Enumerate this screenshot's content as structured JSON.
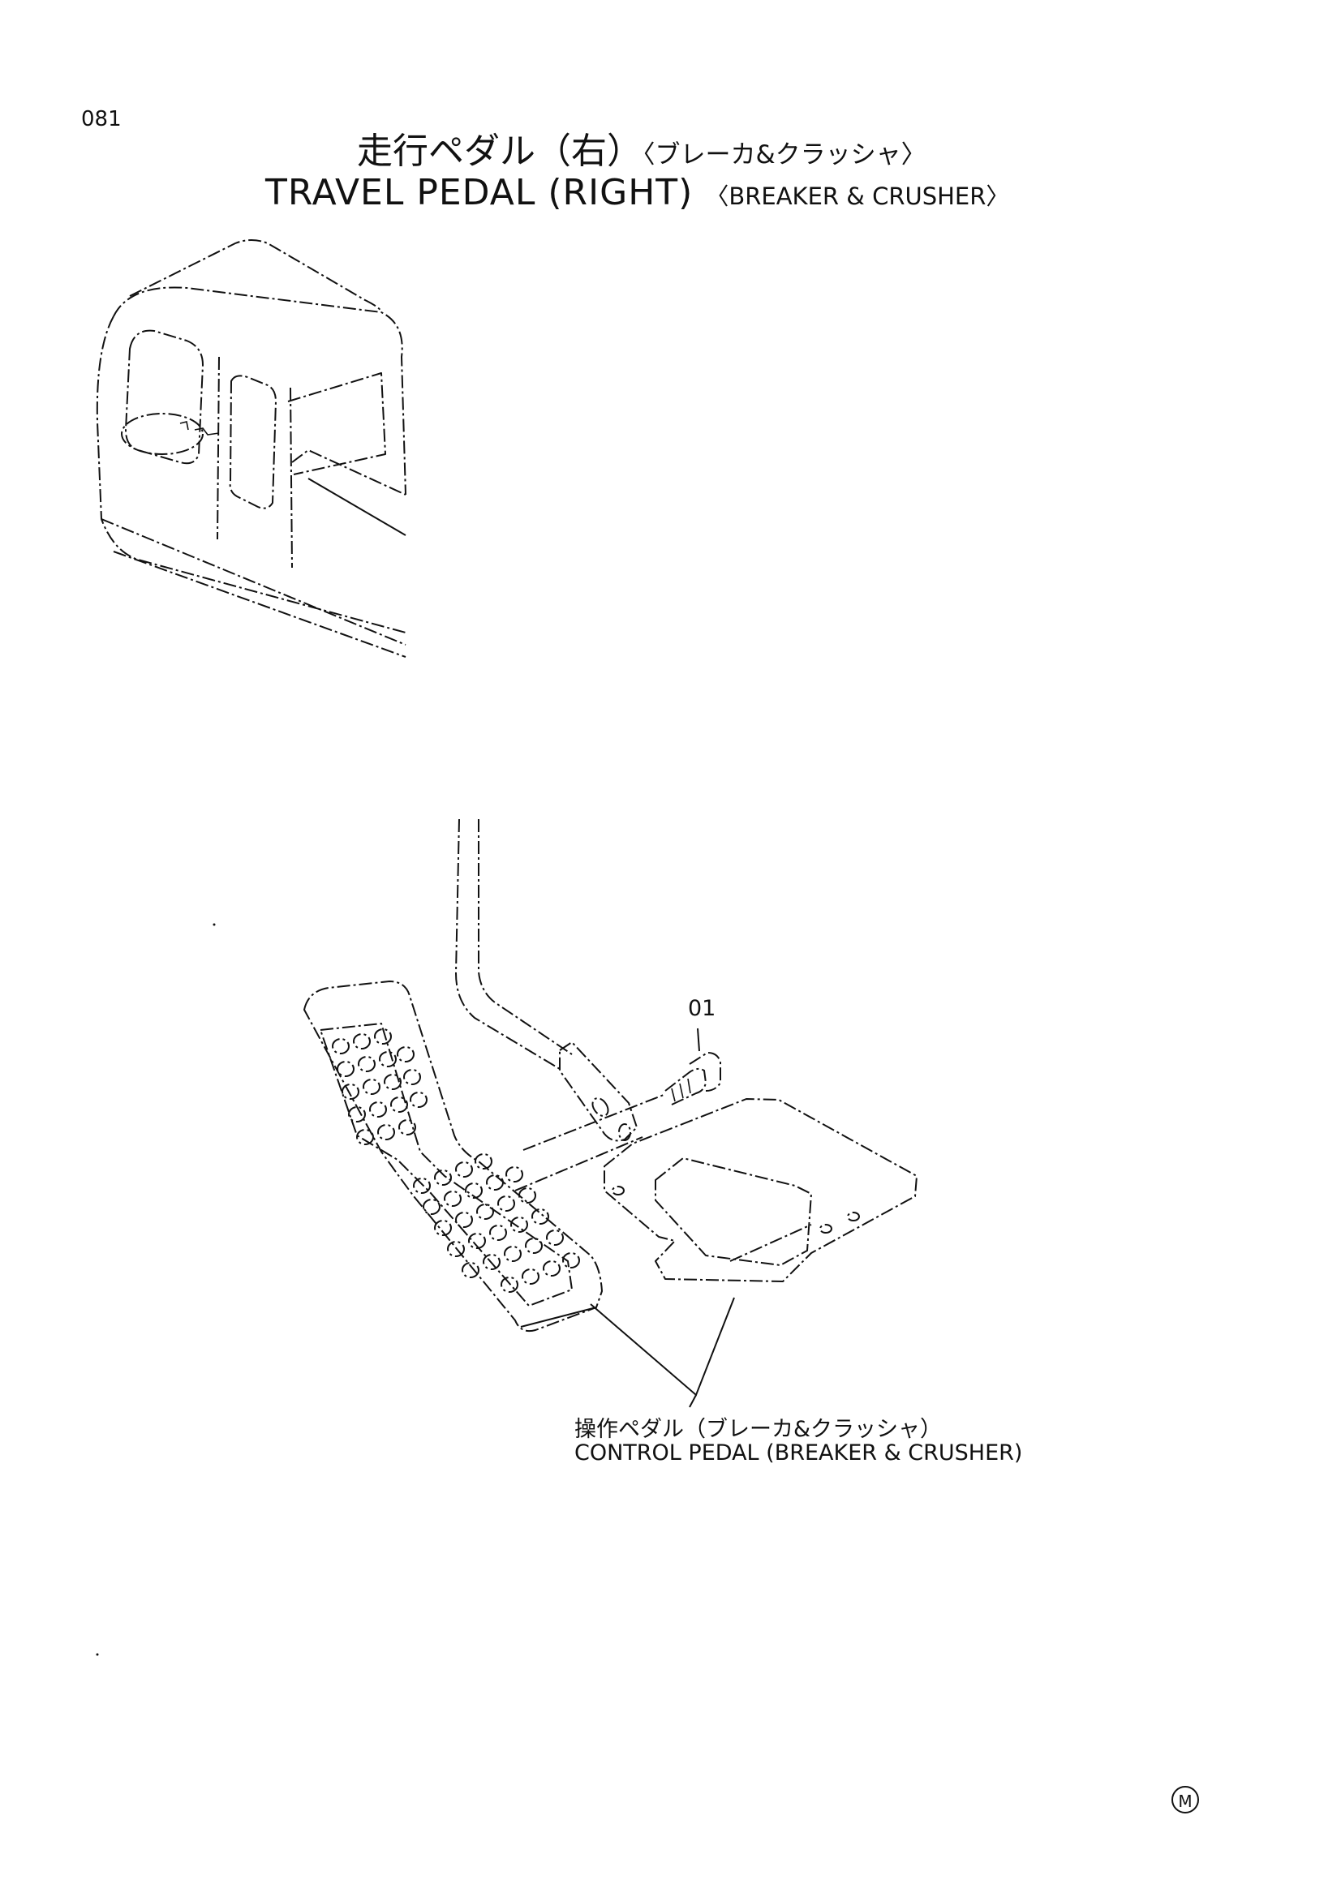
{
  "header": {
    "page_number": "081",
    "title_jp": "走行ペダル（右）",
    "title_jp_sub": "〈ブレーカ&クラッシャ〉",
    "title_en": "TRAVEL  PEDAL  (RIGHT)",
    "title_en_sub": "〈BREAKER & CRUSHER〉"
  },
  "callouts": [
    {
      "id": "01"
    }
  ],
  "part_label": {
    "jp": "操作ペダル（ブレーカ&クラッシャ）",
    "en": "CONTROL  PEDAL  (BREAKER & CRUSHER)"
  },
  "footer": {
    "mark": "M"
  },
  "drawing": {
    "cab_illustration": "excavator-cab",
    "pedal_illustration": "control-pedal-assembly",
    "line_color": "#111111"
  }
}
